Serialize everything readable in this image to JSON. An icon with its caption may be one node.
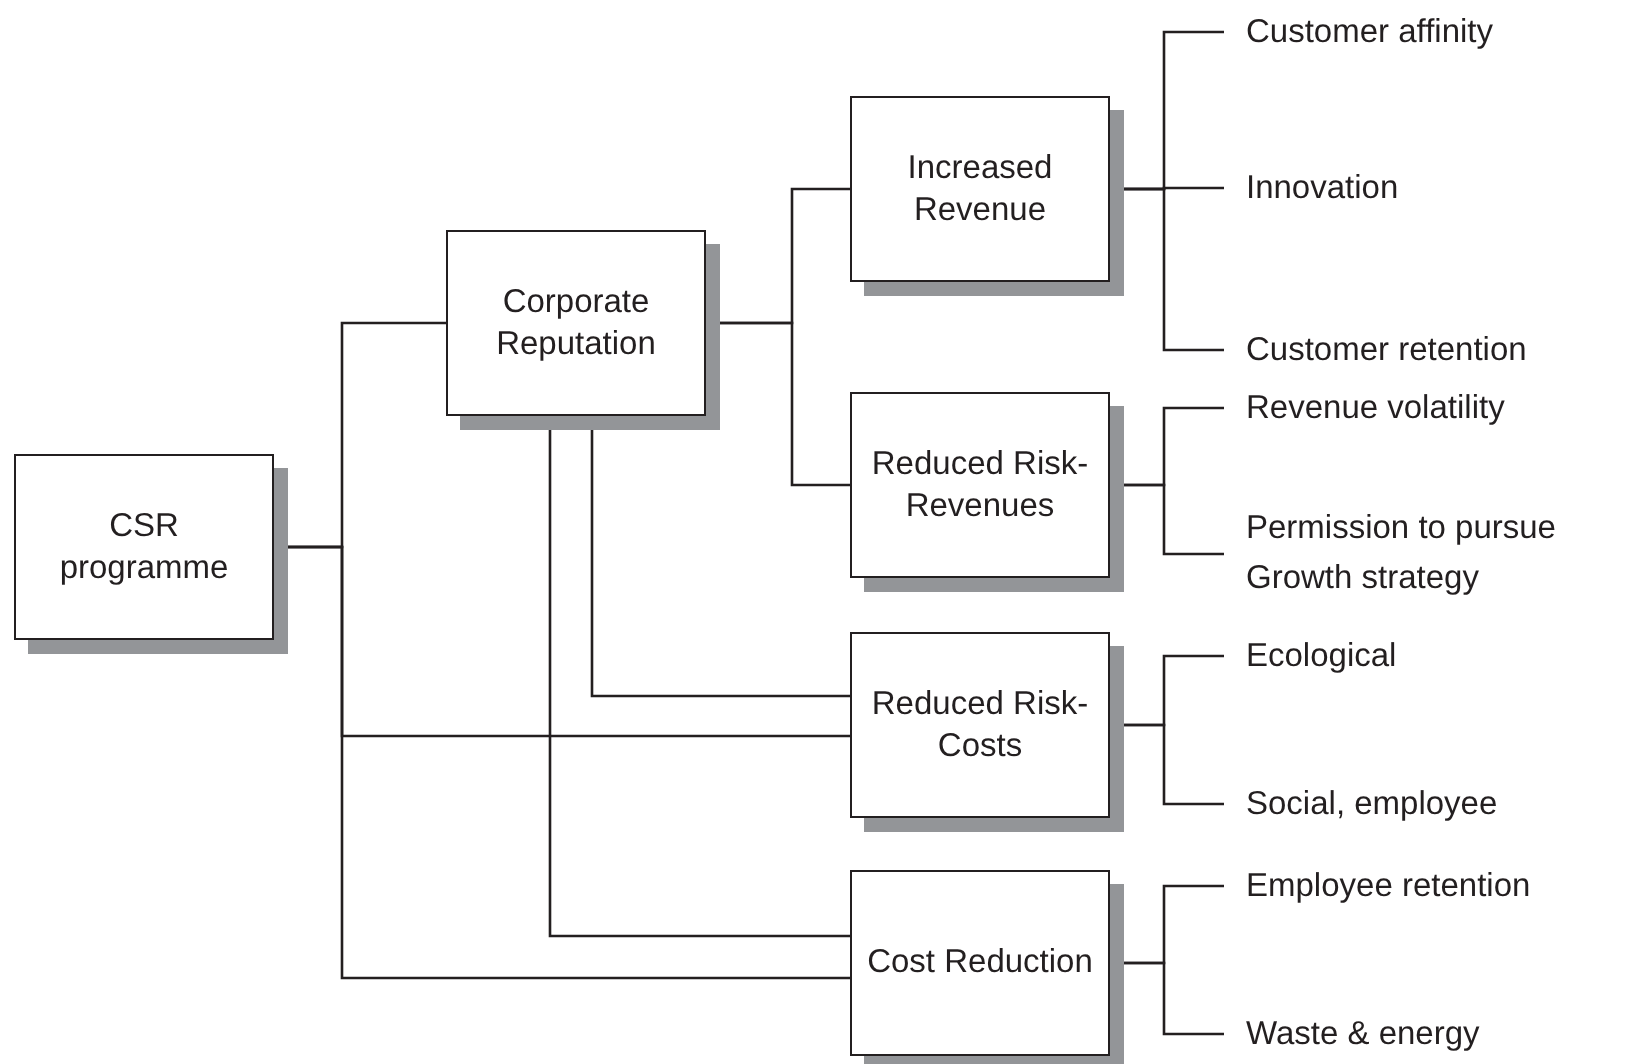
{
  "diagram": {
    "nodes": [
      {
        "text": [
          "CSR programme"
        ]
      },
      {
        "text": [
          "Corporate Reputation"
        ]
      },
      {
        "text": [
          "Increased Revenue"
        ]
      },
      {
        "text": [
          "Customer affinity"
        ]
      },
      {
        "text": [
          "Innovation"
        ]
      },
      {
        "text": [
          "Customer retention"
        ]
      },
      {
        "text": [
          "Reduced Risk- Revenues"
        ]
      },
      {
        "text": [
          "Revenue volatility"
        ]
      },
      {
        "text": [
          "Permission to pursue Growth strategy"
        ]
      },
      {
        "text": [
          "Reduced Risk- Costs"
        ]
      },
      {
        "text": [
          "Ecological"
        ]
      },
      {
        "text": [
          "Social, employee"
        ]
      },
      {
        "text": [
          "Cost Reduction"
        ]
      },
      {
        "text": [
          "Employee retention"
        ]
      },
      {
        "text": [
          "Waste & energy"
        ]
      }
    ],
    "edges": [
      {
        "from": 0,
        "to": 1,
        "arrow": "none"
      },
      {
        "from": 0,
        "to": 9,
        "arrow": "none"
      },
      {
        "from": 0,
        "to": 12,
        "arrow": "none"
      },
      {
        "from": 1,
        "to": 2,
        "arrow": "none"
      },
      {
        "from": 1,
        "to": 6,
        "arrow": "none"
      },
      {
        "from": 1,
        "to": 9,
        "arrow": "none"
      },
      {
        "from": 1,
        "to": 12,
        "arrow": "none"
      },
      {
        "from": 2,
        "to": 3,
        "arrow": "none"
      },
      {
        "from": 2,
        "to": 4,
        "arrow": "none"
      },
      {
        "from": 2,
        "to": 5,
        "arrow": "none"
      },
      {
        "from": 6,
        "to": 7,
        "arrow": "none"
      },
      {
        "from": 6,
        "to": 8,
        "arrow": "none"
      },
      {
        "from": 9,
        "to": 10,
        "arrow": "none"
      },
      {
        "from": 9,
        "to": 11,
        "arrow": "none"
      },
      {
        "from": 12,
        "to": 13,
        "arrow": "none"
      },
      {
        "from": 12,
        "to": 14,
        "arrow": "none"
      }
    ]
  }
}
